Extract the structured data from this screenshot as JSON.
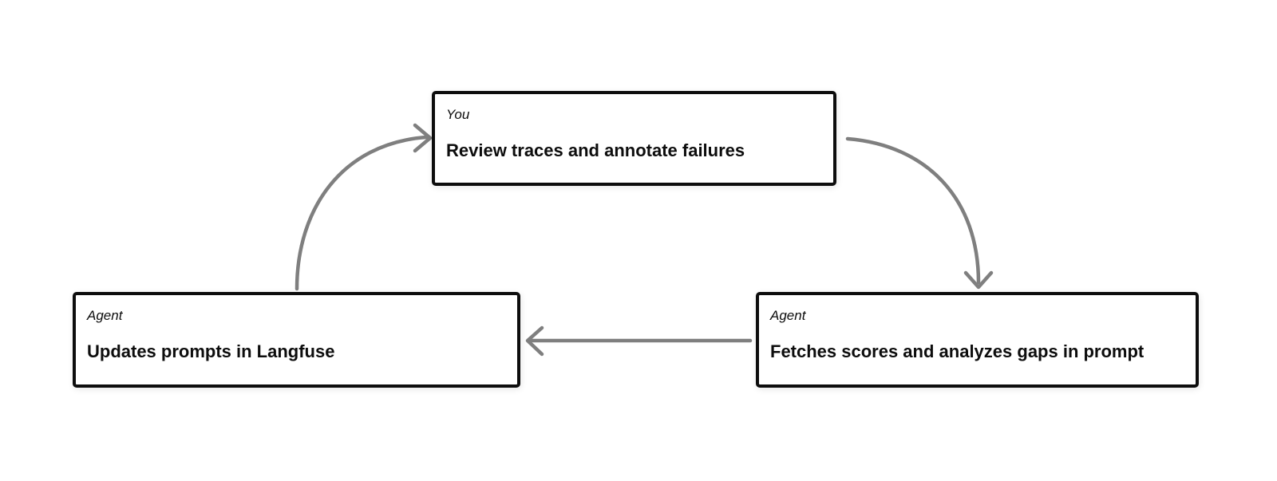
{
  "diagram": {
    "nodes": {
      "review": {
        "role_label": "You",
        "title": "Review traces and annotate failures"
      },
      "fetch": {
        "role_label": "Agent",
        "title": "Fetches scores and analyzes gaps in prompt"
      },
      "update": {
        "role_label": "Agent",
        "title": "Updates prompts in Langfuse"
      }
    },
    "edges": [
      {
        "from": "review",
        "to": "fetch",
        "shape": "curved",
        "direction": "down-right"
      },
      {
        "from": "fetch",
        "to": "update",
        "shape": "straight",
        "direction": "left"
      },
      {
        "from": "update",
        "to": "review",
        "shape": "curved",
        "direction": "up-right"
      }
    ]
  },
  "colors": {
    "background": "#ffffff",
    "box-border": "#0d0d0d",
    "arrow": "#7f7f7f",
    "text": "#0d0d0d"
  }
}
